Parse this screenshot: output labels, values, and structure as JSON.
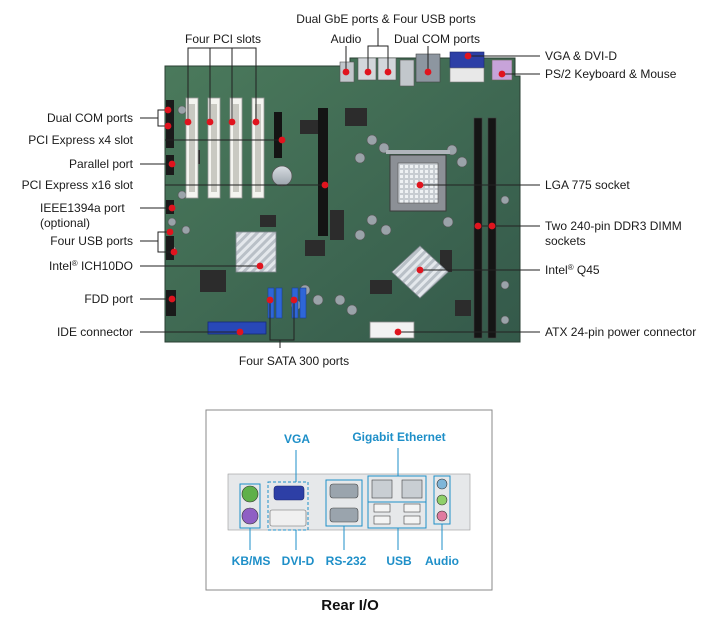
{
  "top_labels": {
    "gbe_usb": "Dual GbE ports & Four USB ports",
    "pci_slots": "Four PCI slots",
    "audio": "Audio",
    "dual_com_top": "Dual COM ports"
  },
  "left_labels": {
    "dual_com": "Dual COM ports",
    "pcie_x4": "PCI Express x4 slot",
    "parallel": "Parallel port",
    "pcie_x16": "PCI Express x16 slot",
    "ieee1394_line1": "IEEE1394a port",
    "ieee1394_line2": "(optional)",
    "four_usb": "Four USB ports",
    "ich_prefix": "Intel",
    "ich_reg": "®",
    "ich_suffix": " ICH10DO",
    "fdd": "FDD port",
    "ide": "IDE connector"
  },
  "right_labels": {
    "vga_dvi": "VGA & DVI-D",
    "ps2": "PS/2 Keyboard & Mouse",
    "lga": "LGA 775 socket",
    "dimm_line1": "Two 240-pin DDR3 DIMM",
    "dimm_line2": "sockets",
    "q45_prefix": "Intel",
    "q45_reg": "®",
    "q45_suffix": " Q45",
    "atx": "ATX 24-pin power connector"
  },
  "bottom_label": "Four SATA 300 ports",
  "rear_io": {
    "vga": "VGA",
    "gigabit": "Gigabit Ethernet",
    "kbms": "KB/MS",
    "dvid": "DVI-D",
    "rs232": "RS-232",
    "usb": "USB",
    "audio": "Audio",
    "caption": "Rear I/O"
  },
  "colors": {
    "pcb": "#3f6b4f",
    "leader": "#222222",
    "marker": "#e0141e",
    "io_accent": "#1e8fc8"
  }
}
